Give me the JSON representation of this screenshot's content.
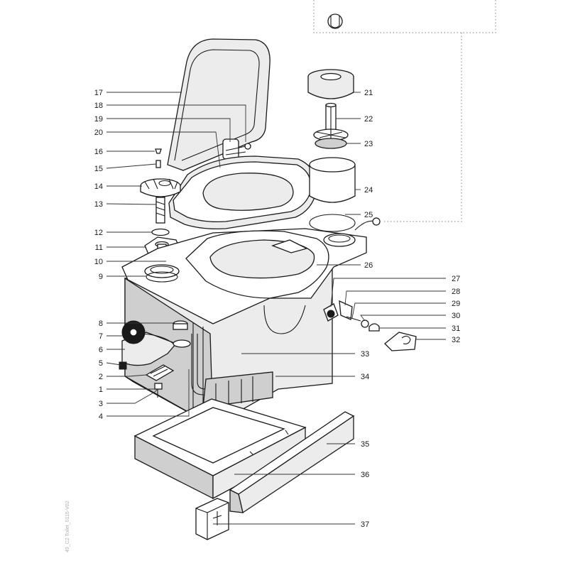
{
  "callouts": {
    "n1": "1",
    "n2": "2",
    "n3": "3",
    "n4": "4",
    "n5": "5",
    "n6": "6",
    "n7": "7",
    "n8": "8",
    "n9": "9",
    "n10": "10",
    "n11": "11",
    "n12": "12",
    "n13": "13",
    "n14": "14",
    "n15": "15",
    "n16": "16",
    "n17": "17",
    "n18": "18",
    "n19": "19",
    "n20": "20",
    "n21": "21",
    "n22": "22",
    "n23": "23",
    "n24": "24",
    "n25": "25",
    "n26": "26",
    "n27": "27",
    "n28": "28",
    "n29": "29",
    "n30": "30",
    "n31": "31",
    "n32": "32",
    "n33": "33",
    "n34": "34",
    "n35": "35",
    "n36": "36",
    "n37": "37"
  },
  "side_code": "49_C2 Toilet_0115-V02",
  "colors": {
    "line": "#1a1a1a",
    "fill": "#ececec",
    "dotted": "#9a9a9a"
  }
}
